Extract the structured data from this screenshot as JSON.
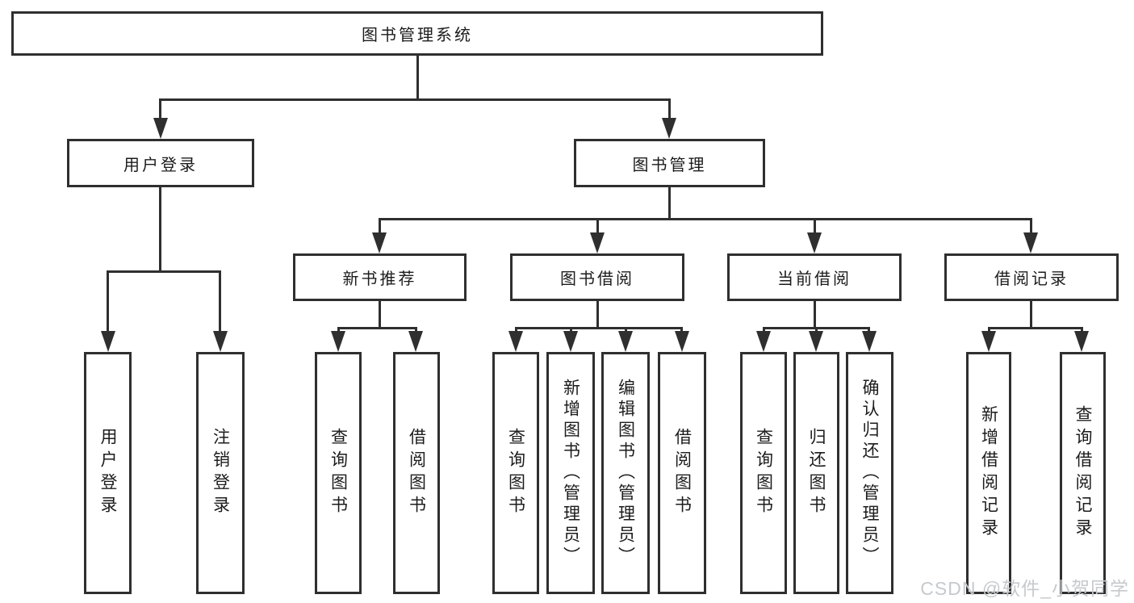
{
  "tree": {
    "root": {
      "label": "图书管理系统",
      "children": [
        {
          "label": "用户登录",
          "children": [
            {
              "label": "用户登录"
            },
            {
              "label": "注销登录"
            }
          ]
        },
        {
          "label": "图书管理",
          "children": [
            {
              "label": "新书推荐",
              "children": [
                {
                  "label": "查询图书"
                },
                {
                  "label": "借阅图书"
                }
              ]
            },
            {
              "label": "图书借阅",
              "children": [
                {
                  "label": "查询图书"
                },
                {
                  "label": "新增图书（管理员）"
                },
                {
                  "label": "编辑图书（管理员）"
                },
                {
                  "label": "借阅图书"
                }
              ]
            },
            {
              "label": "当前借阅",
              "children": [
                {
                  "label": "查询图书"
                },
                {
                  "label": "归还图书"
                },
                {
                  "label": "确认归还（管理员）"
                }
              ]
            },
            {
              "label": "借阅记录",
              "children": [
                {
                  "label": "新增借阅记录"
                },
                {
                  "label": "查询借阅记录"
                }
              ]
            }
          ]
        }
      ]
    }
  },
  "watermark": {
    "text": "CSDN @软件_小贺同学"
  },
  "colors": {
    "line": "#2f2f2f",
    "text": "#1c1c1e",
    "background": "#ffffff",
    "watermark": "#c6cacd"
  }
}
